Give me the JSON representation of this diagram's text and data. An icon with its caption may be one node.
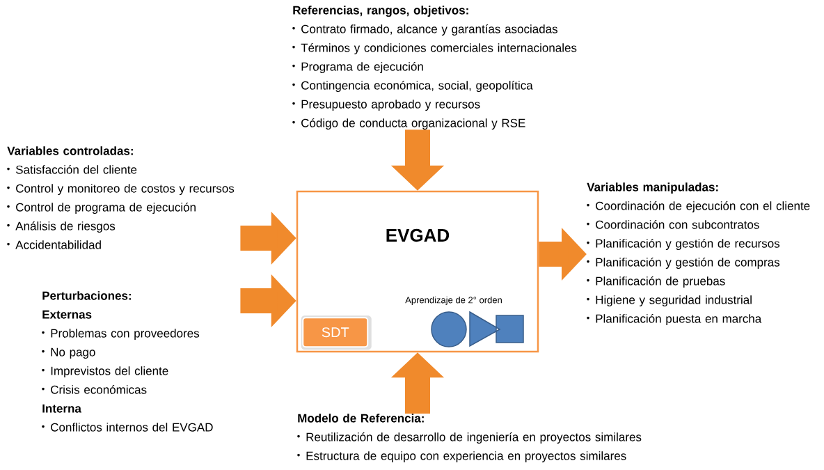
{
  "diagram": {
    "nodes": [
      {
        "text": [
          "EVGAD",
          "Aprendizaje de 2° orden"
        ]
      },
      {
        "text": [
          "SDT"
        ],
        "in": 0
      },
      {
        "text": [
          "Referencias, rangos, objetivos:",
          "Contrato firmado, alcance y garantías asociadas",
          "Términos y condiciones comerciales internacionales",
          "Programa de ejecución",
          "Contingencia económica, social, geopolítica",
          "Presupuesto aprobado y recursos",
          "Código de conducta organizacional y RSE"
        ]
      },
      {
        "text": [
          "Variables controladas:",
          "Satisfacción del cliente",
          "Control y monitoreo de costos y recursos",
          "Control de programa de ejecución",
          "Análisis de riesgos",
          "Accidentabilidad"
        ]
      },
      {
        "text": [
          "Perturbaciones:",
          "Externas",
          "Problemas con proveedores",
          "No pago",
          "Imprevistos del cliente",
          "Crisis económicas",
          "Interna",
          "Conflictos internos del EVGAD"
        ]
      },
      {
        "text": [
          "Variables manipuladas:",
          "Coordinación de ejecución con el cliente",
          "Coordinación con subcontratos",
          "Planificación y gestión de recursos",
          "Planificación y gestión de compras",
          "Planificación de pruebas",
          "Higiene y seguridad industrial",
          "Planificación puesta en marcha"
        ]
      },
      {
        "text": [
          "Modelo de Referencia:",
          "Reutilización de desarrollo de ingeniería en proyectos similares",
          "Estructura de equipo con experiencia en proyectos similares"
        ]
      }
    ],
    "edges": [
      {
        "from": 2,
        "to": 0,
        "arrow": "to"
      },
      {
        "from": 3,
        "to": 0,
        "arrow": "to"
      },
      {
        "from": 4,
        "to": 0,
        "arrow": "to"
      },
      {
        "from": 0,
        "to": 5,
        "arrow": "to"
      },
      {
        "from": 6,
        "to": 0,
        "arrow": "to"
      }
    ]
  }
}
